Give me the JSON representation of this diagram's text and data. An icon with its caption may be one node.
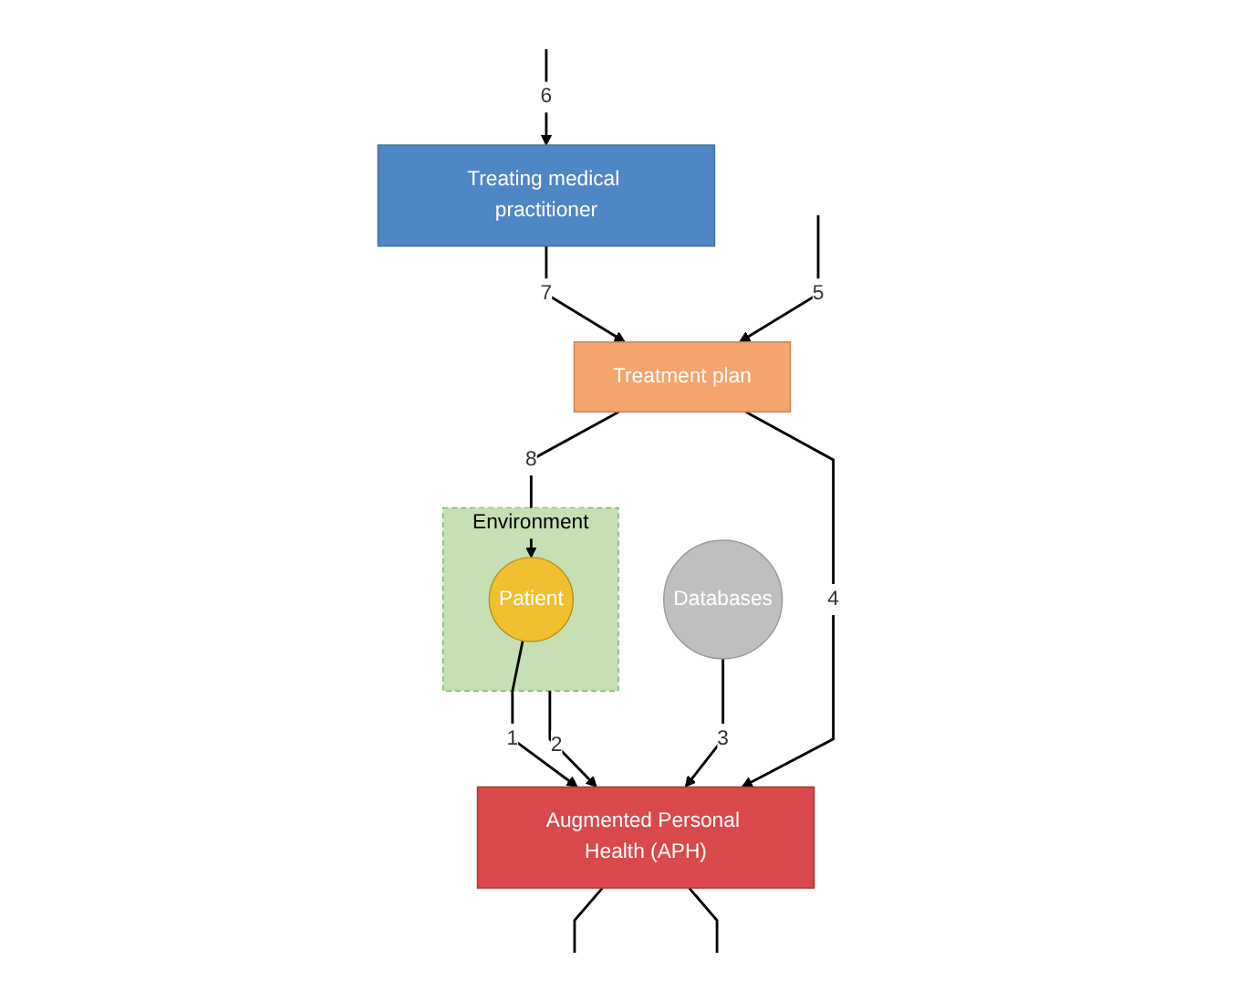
{
  "diagram": {
    "nodes": [
      {
        "text": [
          "Treating medical practitioner"
        ]
      },
      {
        "text": [
          "Treatment plan"
        ]
      },
      {
        "text": [
          "Environment"
        ]
      },
      {
        "text": [
          "Patient"
        ],
        "in": 2
      },
      {
        "text": [
          "Augmented Personal Health (APH)"
        ]
      },
      {
        "text": [
          "Databases"
        ]
      }
    ],
    "edges": [
      {
        "from": null,
        "to": 0,
        "arrow": "to",
        "label": "6"
      },
      {
        "from": 0,
        "to": 1,
        "arrow": "to",
        "label": "7"
      },
      {
        "from": null,
        "to": 1,
        "arrow": "to",
        "label": "5"
      },
      {
        "from": 1,
        "to": 3,
        "arrow": "to",
        "label": "8"
      },
      {
        "from": 1,
        "to": 4,
        "arrow": "to",
        "label": "4"
      },
      {
        "from": 3,
        "to": 4,
        "arrow": "to",
        "label": "1"
      },
      {
        "from": 2,
        "to": 4,
        "arrow": "to",
        "label": "2"
      },
      {
        "from": 5,
        "to": 4,
        "arrow": "to",
        "label": "3"
      },
      {
        "from": 4,
        "to": null,
        "arrow": "none"
      },
      {
        "from": 4,
        "to": null,
        "arrow": "none"
      }
    ]
  }
}
